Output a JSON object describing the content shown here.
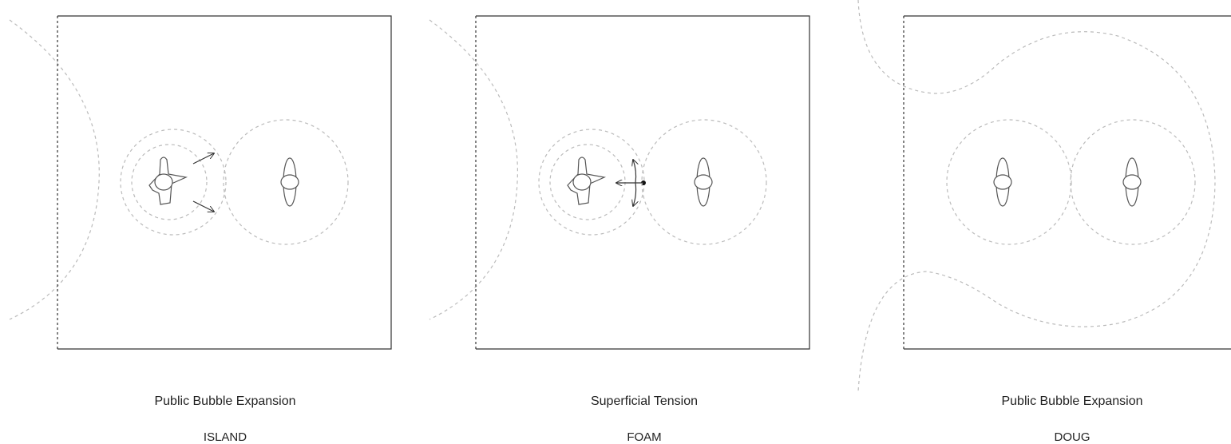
{
  "panels": [
    {
      "subtitle": "Public Bubble Expansion",
      "label": "ISLAND"
    },
    {
      "subtitle": "Superficial Tension",
      "label": "FOAM"
    },
    {
      "subtitle": "Public Bubble Expansion",
      "label": "DOUG"
    }
  ],
  "colors": {
    "frame": "#333333",
    "bubble": "#bbbbbb",
    "figure": "#555555",
    "arrow": "#333333",
    "text": "#222222"
  },
  "icons": [
    "person-top-view-icon",
    "arrow-icon"
  ]
}
